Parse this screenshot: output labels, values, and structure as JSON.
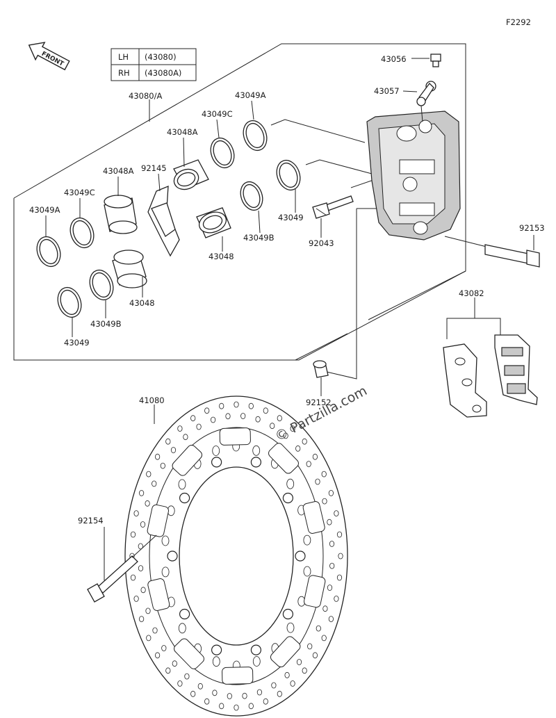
{
  "figure_code": "F2292",
  "front_badge": "FRONT",
  "legend": [
    {
      "side": "LH",
      "code": "(43080)"
    },
    {
      "side": "RH",
      "code": "(43080A)"
    }
  ],
  "labels": {
    "p43080A": "43080/A",
    "p43049A_top": "43049A",
    "p43049C_top": "43049C",
    "p43048A_top": "43048A",
    "p92145": "92145",
    "p43048A_mid": "43048A",
    "p43049C_left": "43049C",
    "p43049A_left": "43049A",
    "p43048_mid": "43048",
    "p43049B_mid": "43049B",
    "p43049_mid": "43049",
    "p92043": "92043",
    "p43056": "43056",
    "p43057": "43057",
    "p92153": "92153",
    "p43082": "43082",
    "p43048_low": "43048",
    "p43049B_low": "43049B",
    "p43049_low": "43049",
    "p92152": "92152",
    "p41080": "41080",
    "p92154": "92154"
  },
  "watermark": "© Partzilla.com",
  "colors": {
    "line": "#222222",
    "caliper_grey": "#c9c9c9",
    "background": "#ffffff"
  }
}
